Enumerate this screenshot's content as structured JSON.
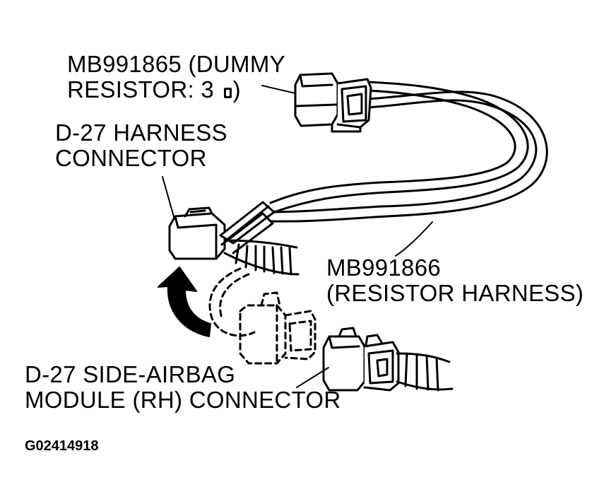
{
  "labels": {
    "dummy_resistor_line1": "MB991865 (DUMMY",
    "dummy_resistor_line2_a": "RESISTOR: 3 ",
    "dummy_resistor_line2_b": ")",
    "harness_connector_line1": "D-27 HARNESS",
    "harness_connector_line2": "CONNECTOR",
    "resistor_harness_line1": "MB991866",
    "resistor_harness_line2": "(RESISTOR HARNESS)",
    "module_connector_line1": "D-27 SIDE-AIRBAG",
    "module_connector_line2": "MODULE (RH) CONNECTOR"
  },
  "figure_id": "G02414918",
  "icons": {
    "ohm_symbol": "ohm-box-icon",
    "arrow": "curved-arrow-icon"
  },
  "colors": {
    "line": "#000000",
    "background": "#ffffff"
  }
}
